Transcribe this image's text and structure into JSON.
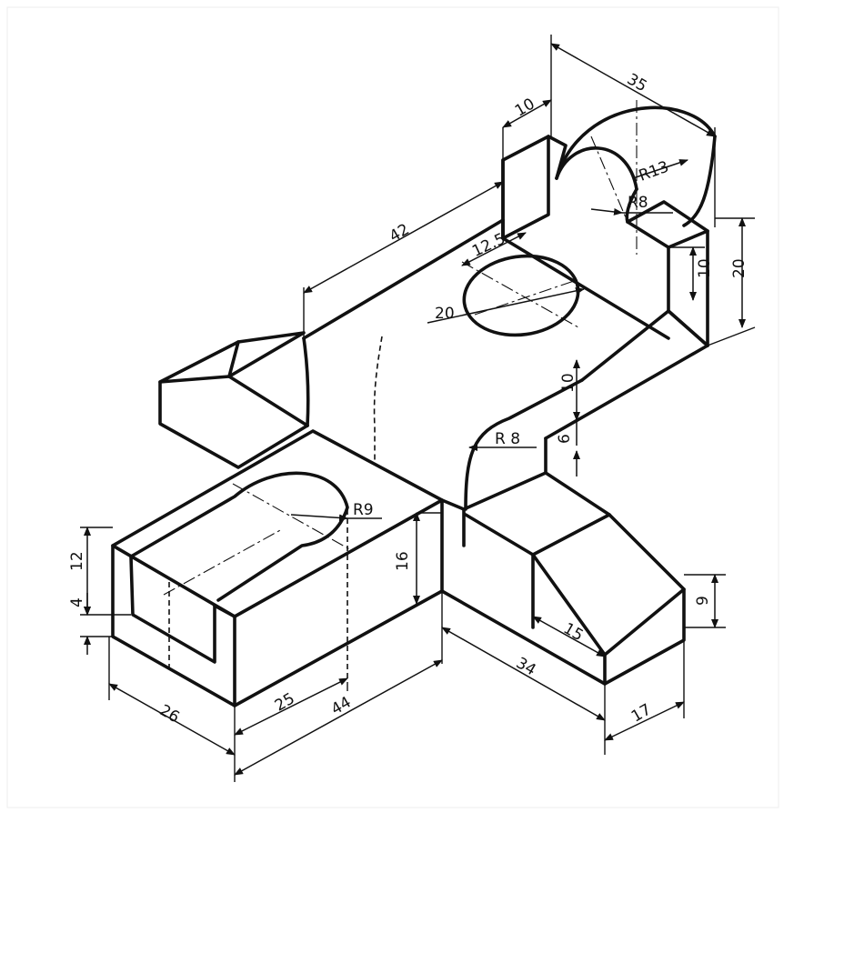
{
  "dimensions": {
    "d35": "35",
    "d10_top": "10",
    "r13": "R13",
    "r8_top": "R8",
    "d42": "42",
    "d12_5": "12.5",
    "d20_hole": "20",
    "d10_step": "10",
    "d20_right": "20",
    "d10_mid": "10",
    "d6": "6",
    "r8_mid": "R 8",
    "r9": "R9",
    "d12": "12",
    "d4": "4",
    "d16": "16",
    "d15": "15",
    "d9": "9",
    "d34": "34",
    "d26": "26",
    "d25": "25",
    "d44": "44",
    "d17": "17"
  }
}
